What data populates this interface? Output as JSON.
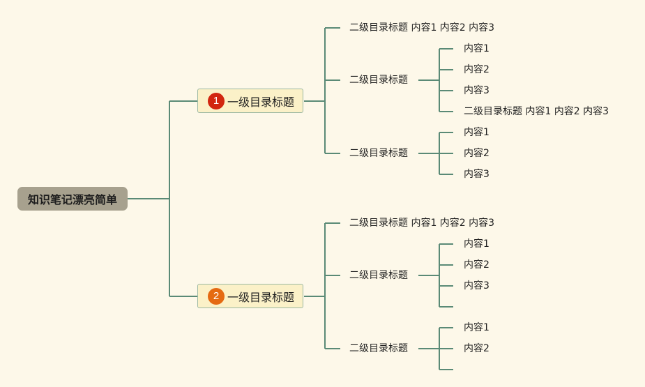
{
  "root": {
    "label": "知识笔记漂亮简单"
  },
  "branches": [
    {
      "badge": "1",
      "badge_color": "#d2260f",
      "label": "一级目录标题",
      "children": [
        {
          "label": "二级目录标题 内容1 内容2 内容3"
        },
        {
          "label": "二级目录标题",
          "items": [
            "内容1",
            "内容2",
            "内容3",
            "二级目录标题 内容1 内容2 内容3"
          ]
        },
        {
          "label": "二级目录标题",
          "items": [
            "内容1",
            "内容2",
            "内容3"
          ]
        }
      ]
    },
    {
      "badge": "2",
      "badge_color": "#e56a12",
      "label": "一级目录标题",
      "children": [
        {
          "label": "二级目录标题 内容1 内容2 内容3"
        },
        {
          "label": "二级目录标题",
          "items": [
            "内容1",
            "内容2",
            "内容3",
            ""
          ]
        },
        {
          "label": "二级目录标题",
          "items": [
            "内容1",
            "内容2",
            ""
          ]
        }
      ]
    }
  ],
  "colors": {
    "background": "#fdf8e9",
    "connector": "#5a8a76",
    "root_fill": "#a7a18e",
    "branch_fill": "#fbf1c8"
  }
}
